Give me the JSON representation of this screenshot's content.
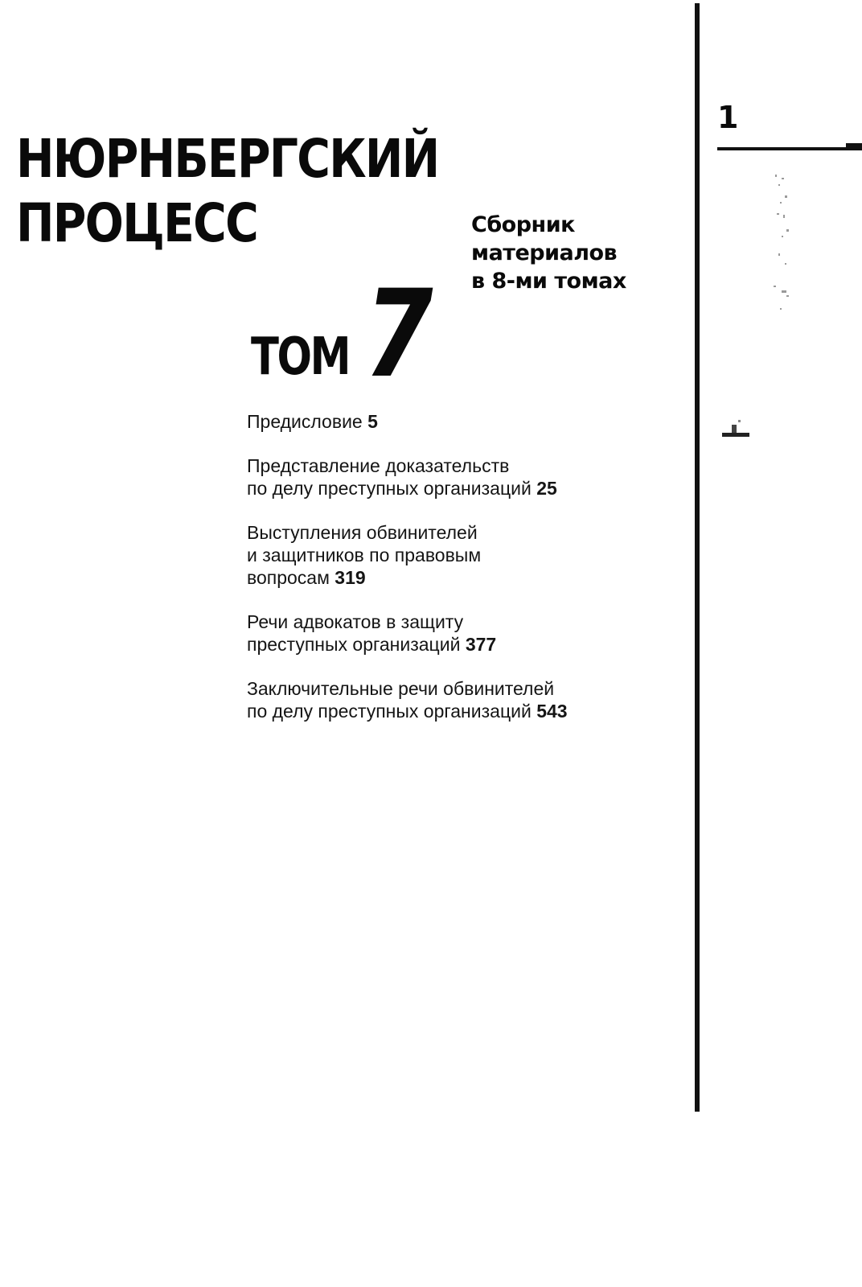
{
  "book": {
    "title_lines": [
      "НЮРНБЕРГСКИЙ",
      "ПРОЦЕСС"
    ],
    "subtitle_lines": [
      "Сборник",
      "материалов",
      "в 8-ми томах"
    ],
    "volume_word": "ТОМ",
    "volume_number": "7",
    "series_number": "1"
  },
  "toc": [
    {
      "lines": [
        "Предисловие"
      ],
      "page": "5"
    },
    {
      "lines": [
        "Представление доказательств",
        "по делу преступных организаций"
      ],
      "page": "25"
    },
    {
      "lines": [
        "Выступления обвинителей",
        "и защитников по правовым",
        "вопросам"
      ],
      "page": "319"
    },
    {
      "lines": [
        "Речи адвокатов в защиту",
        "преступных организаций"
      ],
      "page": "377"
    },
    {
      "lines": [
        "Заключительные речи обвинителей",
        "по делу преступных организаций"
      ],
      "page": "543"
    }
  ],
  "colors": {
    "ink": "#111111",
    "paper": "#ffffff"
  }
}
